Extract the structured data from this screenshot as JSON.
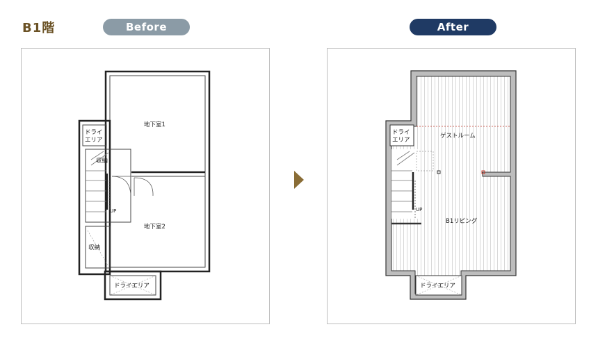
{
  "floor": {
    "label": "B1階"
  },
  "before": {
    "tag": "Before",
    "rooms": {
      "basement1": "地下室1",
      "basement2": "地下室2",
      "dry_area_side_line1": "ドライ",
      "dry_area_side_line2": "エリア",
      "storage_upper": "収納",
      "storage_lower": "収納",
      "stairs_up": "UP",
      "dry_area_bottom": "ドライエリア"
    }
  },
  "after": {
    "tag": "After",
    "rooms": {
      "guest_room": "ゲストルーム",
      "b1_living": "B1リビング",
      "dry_area_side_line1": "ドライ",
      "dry_area_side_line2": "エリア",
      "stairs_up": "UP",
      "dry_area_bottom": "ドライエリア"
    }
  },
  "colors": {
    "floor_label": "#6b5225",
    "before_pill": "#8b9ba6",
    "after_pill": "#1f3a64",
    "wall_after": "#bdbdbd",
    "arrow": "#8a6d36"
  }
}
